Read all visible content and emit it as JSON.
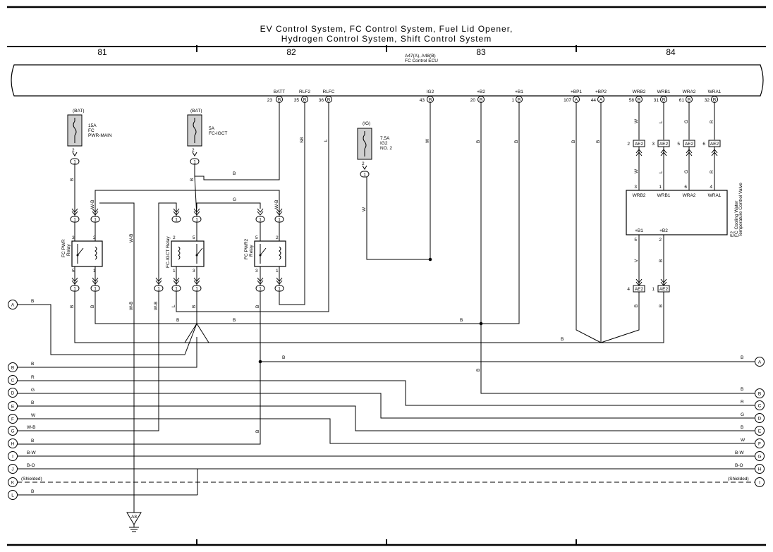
{
  "title": {
    "line1": "EV Control System,  FC Control System,  Fuel Lid Opener,",
    "line2": "Hydrogen Control System,  Shift Control System"
  },
  "sections": [
    "81",
    "82",
    "83",
    "84"
  ],
  "ecu": {
    "name_line1": "A47(A), A48(B)",
    "name_line2": "FC Control ECU",
    "pins": [
      {
        "name": "BATT",
        "num": "23",
        "conn": "B"
      },
      {
        "name": "RLF2",
        "num": "35",
        "conn": "B"
      },
      {
        "name": "RLFC",
        "num": "36",
        "conn": "B"
      },
      {
        "name": "IG2",
        "num": "43",
        "conn": "B"
      },
      {
        "name": "+B2",
        "num": "20",
        "conn": "B"
      },
      {
        "name": "+B1",
        "num": "1",
        "conn": "B"
      },
      {
        "name": "+BP1",
        "num": "107",
        "conn": "A"
      },
      {
        "name": "+BP2",
        "num": "44",
        "conn": "A"
      },
      {
        "name": "WRB2",
        "num": "58",
        "conn": "B"
      },
      {
        "name": "WRB1",
        "num": "31",
        "conn": "B"
      },
      {
        "name": "WRA2",
        "num": "61",
        "conn": "B"
      },
      {
        "name": "WRA1",
        "num": "32",
        "conn": "B"
      }
    ]
  },
  "fuses": [
    {
      "source": "(BAT)",
      "rating": "15A",
      "l1": "FC",
      "l2": "PWR-MAIN"
    },
    {
      "source": "(BAT)",
      "rating": "5A",
      "l1": "FC-IGCT",
      "l2": ""
    },
    {
      "source": "(IG)",
      "rating": "7.5A",
      "l1": "IG2",
      "l2": "NO. 2"
    }
  ],
  "relays": [
    {
      "name1": "FC PWR",
      "name2": "Relay"
    },
    {
      "name1": "FC-IGCT Relay",
      "name2": ""
    },
    {
      "name1": "FC PWR2",
      "name2": "Relay"
    }
  ],
  "valve": {
    "code": "E2",
    "name1": "FC Cooling Water",
    "name2": "Temperature Control Valve",
    "pins_top": [
      "WRB2",
      "WRB1",
      "WRA2",
      "WRA1"
    ],
    "pin_nums_top": [
      "3",
      "1",
      "6",
      "4"
    ],
    "pins_bottom": [
      "+B1",
      "+B2"
    ],
    "pin_nums_bottom": [
      "5",
      "2"
    ]
  },
  "connector_ae2": "AE2",
  "ground": "A8",
  "wire_colors": {
    "b": "B",
    "w": "W",
    "l": "L",
    "g": "G",
    "r": "R",
    "sb": "SB",
    "wb": "W-B",
    "bw": "B-W",
    "bo": "B-O",
    "v": "V"
  },
  "left_refs": [
    "A",
    "B",
    "C",
    "D",
    "E",
    "F",
    "G",
    "H",
    "I",
    "J",
    "K",
    "L"
  ],
  "right_refs": [
    "A",
    "B",
    "C",
    "D",
    "E",
    "F",
    "G",
    "H",
    "I"
  ],
  "left_wire_labels": [
    "B",
    "B",
    "R",
    "G",
    "B",
    "W",
    "W-B",
    "B",
    "B-W",
    "B-O",
    "(Shielded)",
    "B"
  ],
  "right_wire_labels": [
    "B",
    "B",
    "R",
    "G",
    "B",
    "W",
    "B-W",
    "B-O",
    "(Shielded)"
  ],
  "pin_misc": {
    "one": "1",
    "two": "2",
    "three": "3",
    "five": "5",
    "six": "6",
    "four": "4"
  }
}
